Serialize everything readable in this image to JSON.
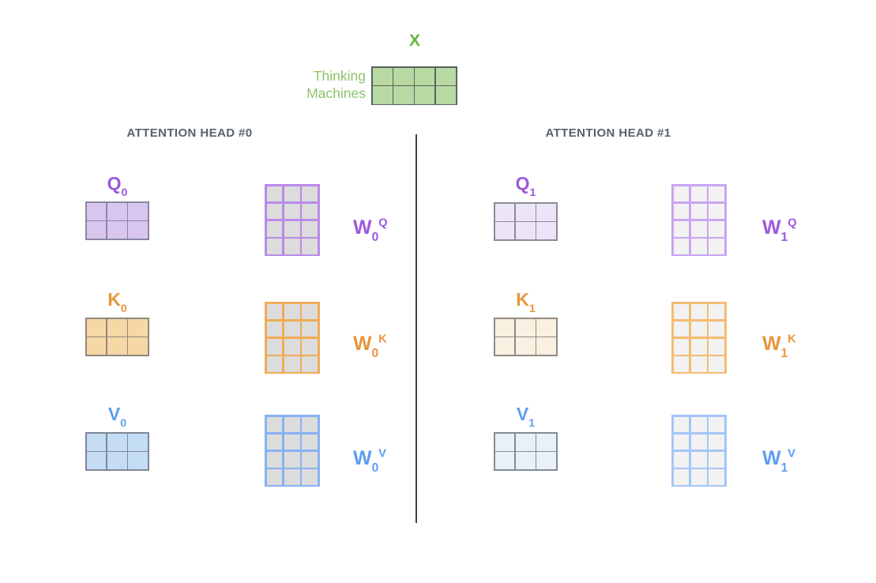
{
  "colors": {
    "green_label": "#68b43c",
    "green_token": "#8cc468",
    "header_text": "#5a616c",
    "divider": "#3d4248",
    "purple": "#9c59dd",
    "orange": "#e8953a",
    "blue": "#5f9df0"
  },
  "input": {
    "label": "X",
    "token_lines": [
      "Thinking",
      "Machines"
    ],
    "matrix": {
      "rows": 2,
      "cols": 4,
      "fill": "#b9d9a2",
      "border": "#55655c"
    }
  },
  "heads": [
    {
      "title": "ATTENTION HEAD #0",
      "rows": [
        {
          "label_base": "Q",
          "label_sub": "0",
          "color": "#9c59dd",
          "w_base": "W",
          "w_sub": "0",
          "w_sup": "Q"
        },
        {
          "label_base": "K",
          "label_sub": "0",
          "color": "#e8953a",
          "w_base": "W",
          "w_sub": "0",
          "w_sup": "K"
        },
        {
          "label_base": "V",
          "label_sub": "0",
          "color": "#5f9df0",
          "w_base": "W",
          "w_sub": "0",
          "w_sup": "V"
        }
      ]
    },
    {
      "title": "ATTENTION HEAD #1",
      "rows": [
        {
          "label_base": "Q",
          "label_sub": "1",
          "color": "#9c59dd",
          "w_base": "W",
          "w_sub": "1",
          "w_sup": "Q"
        },
        {
          "label_base": "K",
          "label_sub": "1",
          "color": "#e8953a",
          "w_base": "W",
          "w_sub": "1",
          "w_sup": "K"
        },
        {
          "label_base": "V",
          "label_sub": "1",
          "color": "#5f9df0",
          "w_base": "W",
          "w_sub": "1",
          "w_sup": "V"
        }
      ]
    }
  ],
  "matrices": {
    "q0": {
      "rows": 2,
      "cols": 3,
      "fill": "#d9c6ef",
      "border": "#8a86a0"
    },
    "k0": {
      "rows": 2,
      "cols": 3,
      "fill": "#f6d8a7",
      "border": "#8f877c"
    },
    "v0": {
      "rows": 2,
      "cols": 3,
      "fill": "#c5dcf5",
      "border": "#7f8895"
    },
    "w0q": {
      "rows": 4,
      "cols": 3,
      "fill": "#dcdcdc",
      "border": "#b98ae9"
    },
    "w0k": {
      "rows": 4,
      "cols": 3,
      "fill": "#dcdcdc",
      "border": "#f0ac56"
    },
    "w0v": {
      "rows": 4,
      "cols": 3,
      "fill": "#dcdcdc",
      "border": "#86b2f2"
    },
    "q1": {
      "rows": 2,
      "cols": 3,
      "fill": "#ece5f7",
      "border": "#8d8a99"
    },
    "k1": {
      "rows": 2,
      "cols": 3,
      "fill": "#faf0e1",
      "border": "#908b84"
    },
    "v1": {
      "rows": 2,
      "cols": 3,
      "fill": "#e8f0fa",
      "border": "#848b95"
    },
    "w1q": {
      "rows": 4,
      "cols": 3,
      "fill": "#f2f2f2",
      "border": "#c9a5f0"
    },
    "w1k": {
      "rows": 4,
      "cols": 3,
      "fill": "#f2f2f2",
      "border": "#f3bc72"
    },
    "w1v": {
      "rows": 4,
      "cols": 3,
      "fill": "#f2f2f2",
      "border": "#a3c6f7"
    }
  }
}
